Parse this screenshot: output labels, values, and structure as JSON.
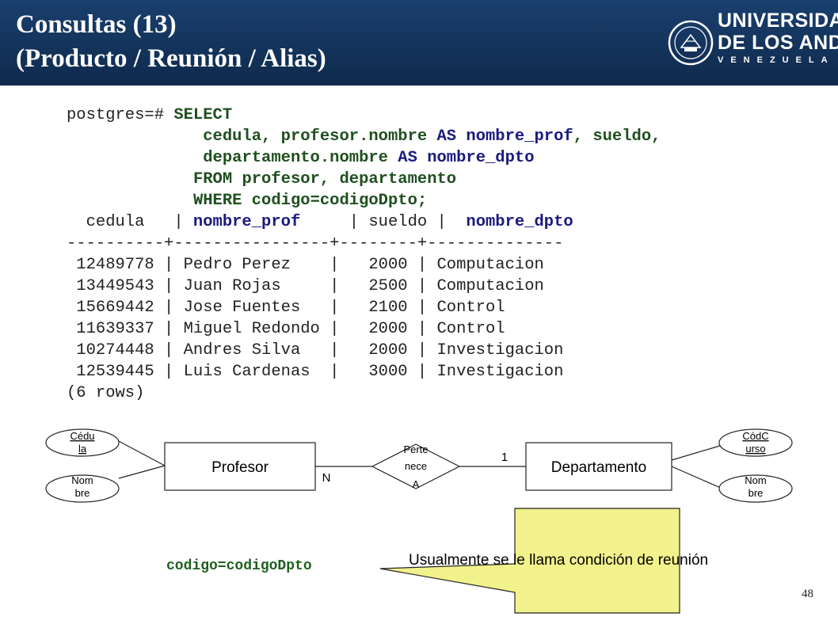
{
  "header": {
    "title_line1": "Consultas (13)",
    "title_line2": "(Producto / Reunión / Alias)",
    "logo": {
      "line1": "UNIVERSIDAD",
      "line2": "DE LOS ANDES",
      "line3": "VENEZUELA"
    }
  },
  "code": {
    "prompt": "postgres=# ",
    "select": "SELECT",
    "l2_fields": "cedula, profesor.nombre ",
    "as1": "AS",
    "alias1": " nombre_prof",
    "l2_tail": ", sueldo,",
    "l3_field": "departamento.nombre ",
    "as2": "AS",
    "alias2": " nombre_dpto",
    "from_kw": "FROM",
    "from_rest": " profesor, departamento",
    "where_kw": "WHERE",
    "where_rest": " codigo=codigoDpto;",
    "hdr_cedula": "  cedula   |",
    "hdr_nombre": " nombre_prof",
    "hdr_sep1": "     | sueldo | ",
    "hdr_dpto": " nombre_dpto",
    "divider": "----------+----------------+--------+--------------",
    "rows": [
      " 12489778 | Pedro Perez    |   2000 | Computacion",
      " 13449543 | Juan Rojas     |   2500 | Computacion",
      " 15669442 | Jose Fuentes   |   2100 | Control",
      " 11639337 | Miguel Redondo |   2000 | Control",
      " 10274448 | Andres Silva   |   2000 | Investigacion",
      " 12539445 | Luis Cardenas  |   3000 | Investigacion"
    ],
    "footer": "(6 rows)"
  },
  "diagram": {
    "entity1": "Profesor",
    "entity2": "Departamento",
    "relation_l1": "Perte",
    "relation_l2": "nece",
    "relation_l3": "A",
    "card_n": "N",
    "card_1": "1",
    "attr1_l1": "Cédu",
    "attr1_l2": "la",
    "attr2_l1": "Nom",
    "attr2_l2": "bre",
    "attr3_l1": "CódC",
    "attr3_l2": "urso",
    "attr4_l1": "Nom",
    "attr4_l2": "bre"
  },
  "condition": "codigo=codigoDpto",
  "note": "Usualmente se le llama condición de reunión",
  "page_number": "48",
  "colors": {
    "header_bg": "#1a3f6e",
    "keyword_green": "#1f4f1f",
    "column_blue": "#1a1a80",
    "note_fill": "#f2f28c"
  }
}
